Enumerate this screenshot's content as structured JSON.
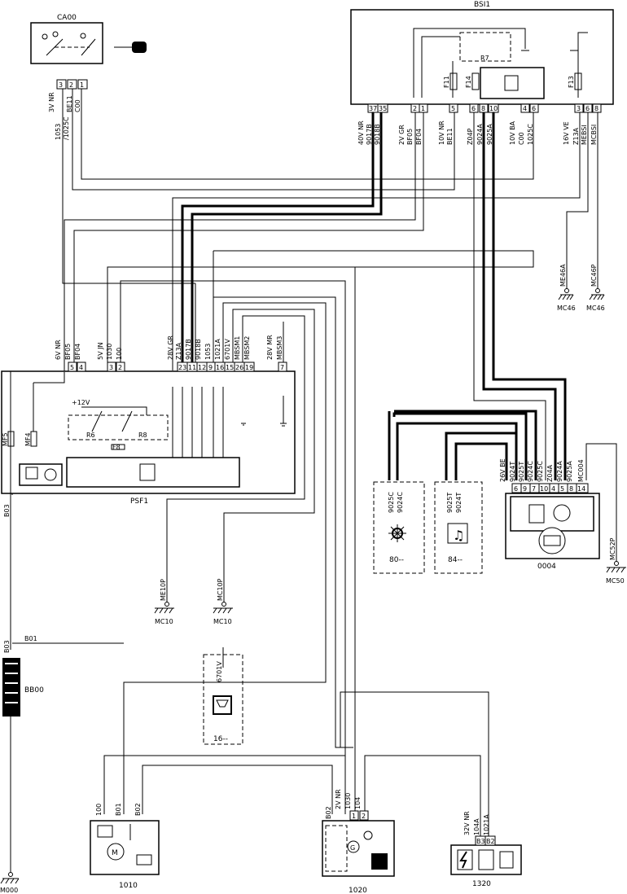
{
  "components": {
    "ca00": {
      "name": "CA00",
      "pins": [
        "3",
        "2",
        "1"
      ],
      "wire_labels": [
        "1053",
        "/1025C",
        "3V NR",
        "BE11",
        "C00"
      ]
    },
    "bsi1": {
      "name": "BSI1",
      "relay": "R7",
      "fuses": [
        "F11",
        "F14",
        "F13"
      ],
      "conn_a": {
        "pins": [
          "37",
          "35"
        ],
        "wires": [
          "40V NR",
          "9017B",
          "9018B"
        ]
      },
      "conn_b": {
        "pins": [
          "2",
          "1"
        ],
        "wires": [
          "2V GR",
          "BF05",
          "BF04"
        ]
      },
      "conn_c": {
        "pins": [
          "5"
        ],
        "wires": [
          "10V NR",
          "BE11"
        ]
      },
      "conn_d": {
        "pins": [
          "6",
          "8",
          "10"
        ],
        "wires": [
          "Z04P",
          "9024A",
          "9025A"
        ]
      },
      "conn_e": {
        "pins": [
          "4",
          "6"
        ],
        "wires": [
          "10V BA",
          "C00",
          "1025C"
        ]
      },
      "conn_f": {
        "pins": [
          "3",
          "6",
          "8"
        ],
        "wires": [
          "16V VE",
          "Z13A",
          "MEBSI",
          "MCBSI"
        ]
      }
    },
    "psf1": {
      "name": "PSF1",
      "voltage": "+12V",
      "relays": [
        "R6",
        "R8"
      ],
      "fuses": [
        "MF5",
        "MF4",
        "F8"
      ],
      "conn_a": {
        "pins": [
          "5",
          "4"
        ],
        "wires": [
          "6V NR",
          "BF05",
          "BF04"
        ]
      },
      "conn_b": {
        "pins": [
          "3",
          "2"
        ],
        "wires": [
          "5V JN",
          "1030",
          "100"
        ]
      },
      "conn_c": {
        "pins": [
          "23",
          "11",
          "12",
          "9",
          "16",
          "15",
          "26",
          "19"
        ],
        "wires": [
          "28V GR",
          "Z13A",
          "9017B",
          "9018B",
          "1053",
          "1021A",
          "6701V",
          "MBSM1",
          "MBSM2"
        ]
      },
      "conn_d": {
        "pins": [
          "7"
        ],
        "wires": [
          "28V MR",
          "MBSM3"
        ]
      }
    },
    "c0004": {
      "name": "0004",
      "pins": [
        "6",
        "9",
        "7",
        "10",
        "4",
        "5",
        "8",
        "14"
      ],
      "wires": [
        "26V BE",
        "9024T",
        "9025T",
        "9024C",
        "9025C",
        "Z04A",
        "9024A",
        "9025A",
        "MC004"
      ]
    },
    "c80": {
      "name": "80--",
      "wires": [
        "9025C",
        "9024C"
      ]
    },
    "c84": {
      "name": "84--",
      "wires": [
        "9025T",
        "9024T"
      ]
    },
    "c16": {
      "name": "16--",
      "wires": [
        "6701V"
      ]
    },
    "bb00": {
      "name": "BB00",
      "nodes": [
        "B03",
        "B03",
        "B01"
      ]
    },
    "c1010": {
      "name": "1010",
      "wires": [
        "100",
        "B01",
        "B02"
      ]
    },
    "c1020": {
      "name": "1020",
      "pins": [
        "1",
        "2"
      ],
      "wires": [
        "B02",
        "2V NR",
        "1030",
        "104"
      ]
    },
    "c1320": {
      "name": "1320",
      "pins": [
        "B3",
        "B2"
      ],
      "wires": [
        "32V NR",
        "104A",
        "1021A"
      ]
    }
  },
  "grounds": {
    "mc46a": {
      "wire": "ME46A",
      "name": "MC46"
    },
    "mc46b": {
      "wire": "MC46P",
      "name": "MC46"
    },
    "me10": {
      "wire": "ME10P",
      "name": "MC10"
    },
    "mc10": {
      "wire": "MC10P",
      "name": "MC10"
    },
    "mc50": {
      "wire": "MC52P",
      "name": "MC50"
    },
    "m000": {
      "name": "M000"
    }
  }
}
